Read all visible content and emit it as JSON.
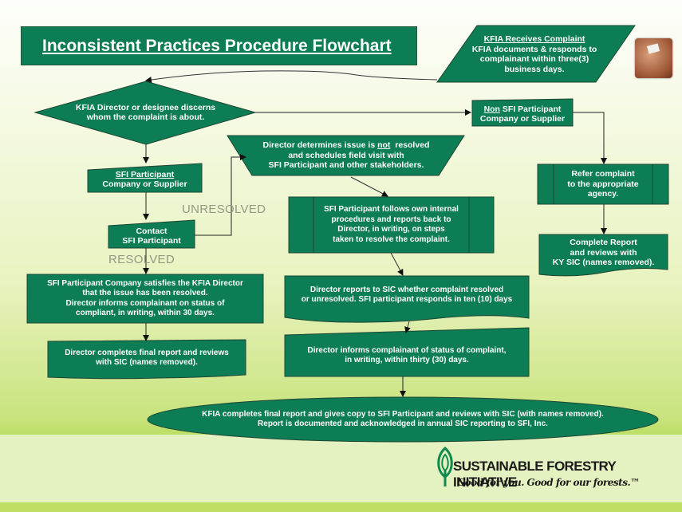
{
  "title": "Inconsistent Practices Procedure Flowchart",
  "nodes": {
    "receives_complaint": {
      "heading": "KFIA Receives Complaint",
      "lines": [
        "KFIA documents & responds to",
        "complainant  within three(3)",
        "business days."
      ]
    },
    "decision": {
      "lines": [
        "KFIA Director or designee discerns",
        "whom the complaint is about."
      ]
    },
    "non_sfi": {
      "heading": "Non",
      "heading_rest": " SFI Participant",
      "line2": "Company or Supplier"
    },
    "sfi_participant": {
      "heading": "SFI Participant",
      "line2": "Company or Supplier"
    },
    "director_not_resolved": {
      "line1_pre": "Director determines issue is ",
      "line1_u": "not",
      "line1_post": "  resolved",
      "line2": "and schedules field visit with",
      "line3": "SFI Participant and other stakeholders."
    },
    "contact": {
      "lines": [
        "Contact",
        "SFI Participant"
      ]
    },
    "follows_procedures": {
      "lines": [
        "SFI Participant follows own internal",
        "procedures and reports back to",
        "Director, in writing, on steps",
        "taken to resolve the complaint."
      ]
    },
    "refer": {
      "lines": [
        "Refer complaint",
        "to the appropriate",
        "agency."
      ]
    },
    "complete_report_ky": {
      "lines": [
        "Complete Report",
        "and reviews with",
        "KY SIC (names removed)."
      ]
    },
    "satisfies": {
      "lines": [
        "SFI Participant Company satisfies the KFIA Director",
        "that the issue has been resolved.",
        "Director informs complainant on status of",
        "compliant, in writing, within 30 days."
      ]
    },
    "reports_sic": {
      "lines": [
        "Director reports to SIC whether complaint resolved",
        "or unresolved. SFI participant responds in ten (10) days"
      ]
    },
    "final_report": {
      "lines": [
        "Director completes final report and reviews",
        "with SIC (names removed)."
      ]
    },
    "informs": {
      "lines": [
        "Director informs complainant of status of  complaint,",
        "in writing, within thirty (30) days."
      ]
    },
    "kfia_final": {
      "lines": [
        "KFIA completes final report and gives copy to SFI Participant and reviews with SIC (with names removed).",
        "Report is documented and acknowledged in annual SIC reporting to SFI, Inc."
      ]
    }
  },
  "labels": {
    "unresolved": "UNRESOLVED",
    "resolved": "RESOLVED"
  },
  "logo": {
    "name": "SUSTAINABLE FORESTRY INITIATIVE",
    "tagline": "Good for you. Good for our forests.™"
  },
  "colors": {
    "node_fill": "#0c7d55",
    "node_border": "#1f4632",
    "label_gray": "#909a84"
  }
}
